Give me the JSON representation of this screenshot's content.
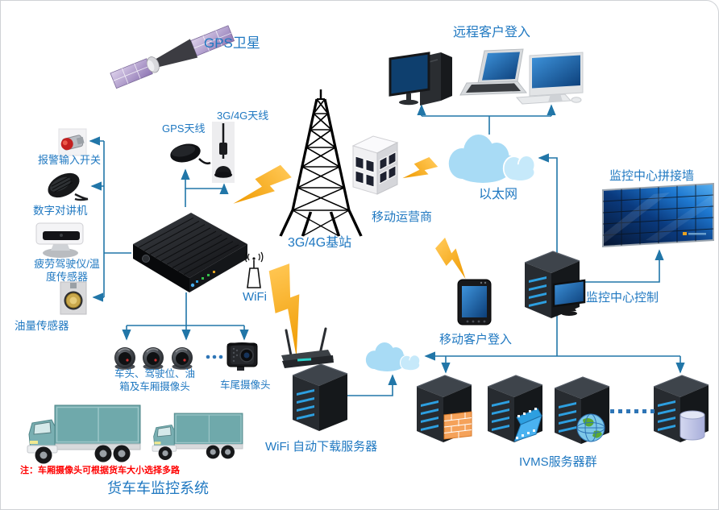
{
  "diagram": {
    "title": "货车车监控系统",
    "note": "注：车厢摄像头可根据货车大小选择多路",
    "labels": {
      "gps_satellite": "GPS卫星",
      "remote_login": "远程客户登入",
      "antenna_3g4g": "3G/4G天线",
      "antenna_gps": "GPS天线",
      "alarm_switch": "报警输入开关",
      "intercom": "数字对讲机",
      "fatigue_sensor": "疲劳驾驶仪/温\n度传感器",
      "fuel_sensor": "油量传感器",
      "base_station": "3G/4G基站",
      "mobile_operator": "移动运营商",
      "ethernet": "以太网",
      "video_wall": "监控中心拼接墙",
      "wifi": "WiFi",
      "mobile_login": "移动客户登入",
      "center_control": "监控中心控制",
      "front_cameras": "车头、驾驶位、油\n箱及车厢摄像头",
      "rear_camera": "车尾摄像头",
      "wifi_server": "WiFi 自动下载服务器",
      "ivms_cluster": "IVMS服务器群"
    },
    "icons": [
      "gps-satellite-icon",
      "desktop-pc-icon",
      "laptop-icon",
      "imac-icon",
      "telecom-building-icon",
      "ethernet-cloud-icon",
      "video-wall-icon",
      "cell-tower-icon",
      "gps-antenna-icon",
      "3g4g-antenna-icon",
      "mdvr-icon",
      "alarm-button-icon",
      "intercom-mic-icon",
      "fatigue-device-icon",
      "fuel-sensor-icon",
      "wifi-antenna-icon",
      "dome-camera-icon",
      "rear-camera-icon",
      "wifi-router-icon",
      "server-tower-icon",
      "small-cloud-icon",
      "smartphone-icon",
      "control-monitor-icon",
      "firewall-icon",
      "film-strip-icon",
      "globe-icon",
      "database-icon",
      "truck-icon",
      "lightning-bolt-icon"
    ],
    "colors": {
      "label_blue": "#1F78C1",
      "connector": "#2176A8",
      "note_red": "#FF0000",
      "lightning_orange": "#F59B00",
      "cloud_blue": "#A8DBF5",
      "truck_teal": "#6FA9AB",
      "server_slot_blue": "#2D9FE0",
      "screen_blue": "#1E78D0"
    }
  }
}
